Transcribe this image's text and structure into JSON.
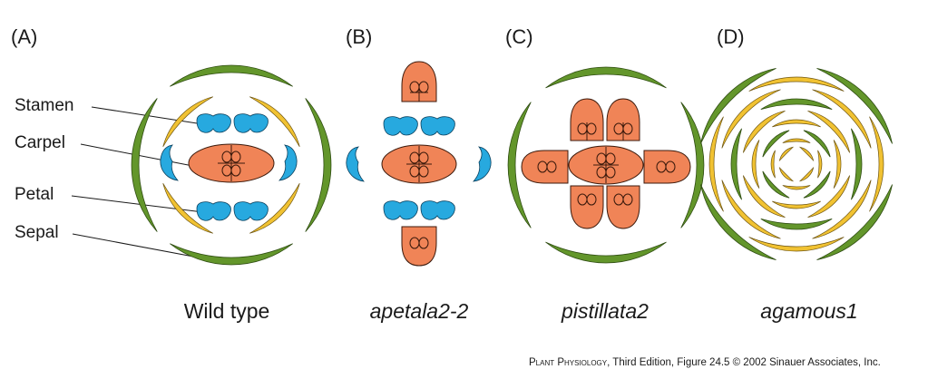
{
  "panels": [
    {
      "label": "(A)",
      "caption": "Wild type"
    },
    {
      "label": "(B)",
      "caption": "apetala2-2"
    },
    {
      "label": "(C)",
      "caption": "pistillata2"
    },
    {
      "label": "(D)",
      "caption": "agamous1"
    }
  ],
  "organs": {
    "stamen": "Stamen",
    "carpel": "Carpel",
    "petal": "Petal",
    "sepal": "Sepal"
  },
  "credit": {
    "book": "Plant Physiology",
    "rest": ", Third Edition, Figure 24.5  © 2002 Sinauer Associates, Inc."
  },
  "colors": {
    "sepal": "#63962b",
    "petal": "#f1c232",
    "stamen": "#27a9df",
    "carpel": "#f08457"
  }
}
